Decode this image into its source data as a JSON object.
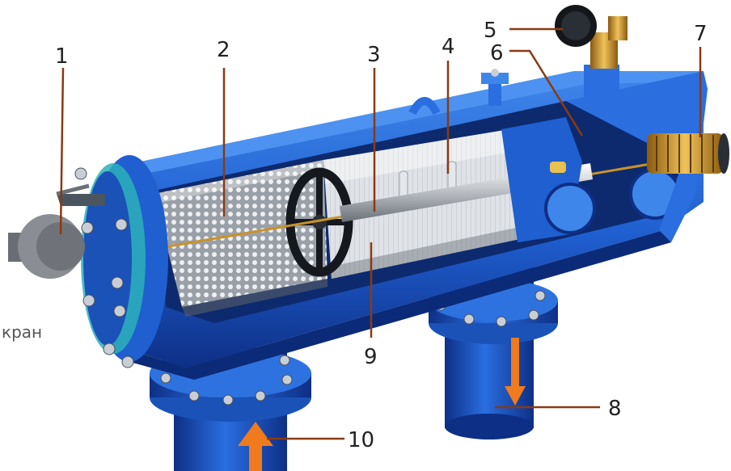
{
  "labels": {
    "n1": "1",
    "n2": "2",
    "n3": "3",
    "n4": "4",
    "n5": "5",
    "n6": "6",
    "n7": "7",
    "n8": "8",
    "n9": "9",
    "n10": "10",
    "kran": "кран"
  },
  "colors": {
    "body": "#1f5fd0",
    "body_dark": "#0e2f86",
    "body_light": "#3f86ea",
    "screen": "#c8ccd2",
    "flange_ring": "#2bb0b8",
    "valve": "#7a7e84",
    "brass": "#d6a032",
    "arrow": "#f07a1e",
    "leader": "#8a3a12"
  }
}
